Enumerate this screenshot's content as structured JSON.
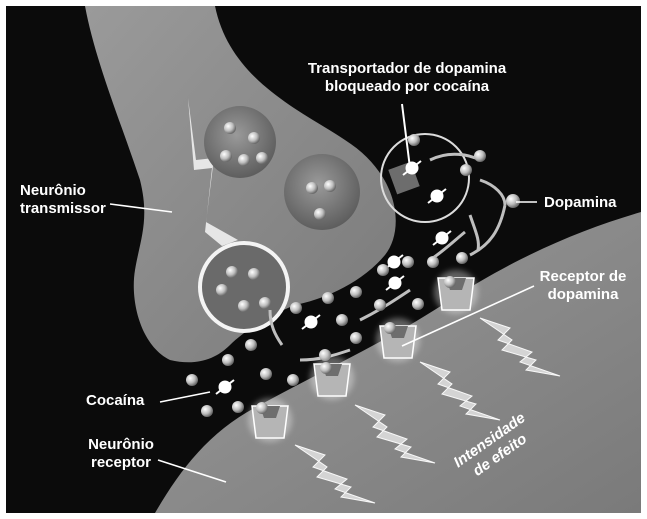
{
  "labels": {
    "transporter_line1": "Transportador de dopamina",
    "transporter_line2": "bloqueado por cocaína",
    "transmitter_line1": "Neurônio",
    "transmitter_line2": "transmissor",
    "dopamine": "Dopamina",
    "receptor_line1": "Receptor de",
    "receptor_line2": "dopamina",
    "cocaine": "Cocaína",
    "receiver_line1": "Neurônio",
    "receiver_line2": "receptor",
    "effect_line1": "Intensidade",
    "effect_line2": "de efeito"
  },
  "colors": {
    "background": "#0b0b0b",
    "neuron": "#8c8c8c",
    "label_text": "#ffffff"
  }
}
